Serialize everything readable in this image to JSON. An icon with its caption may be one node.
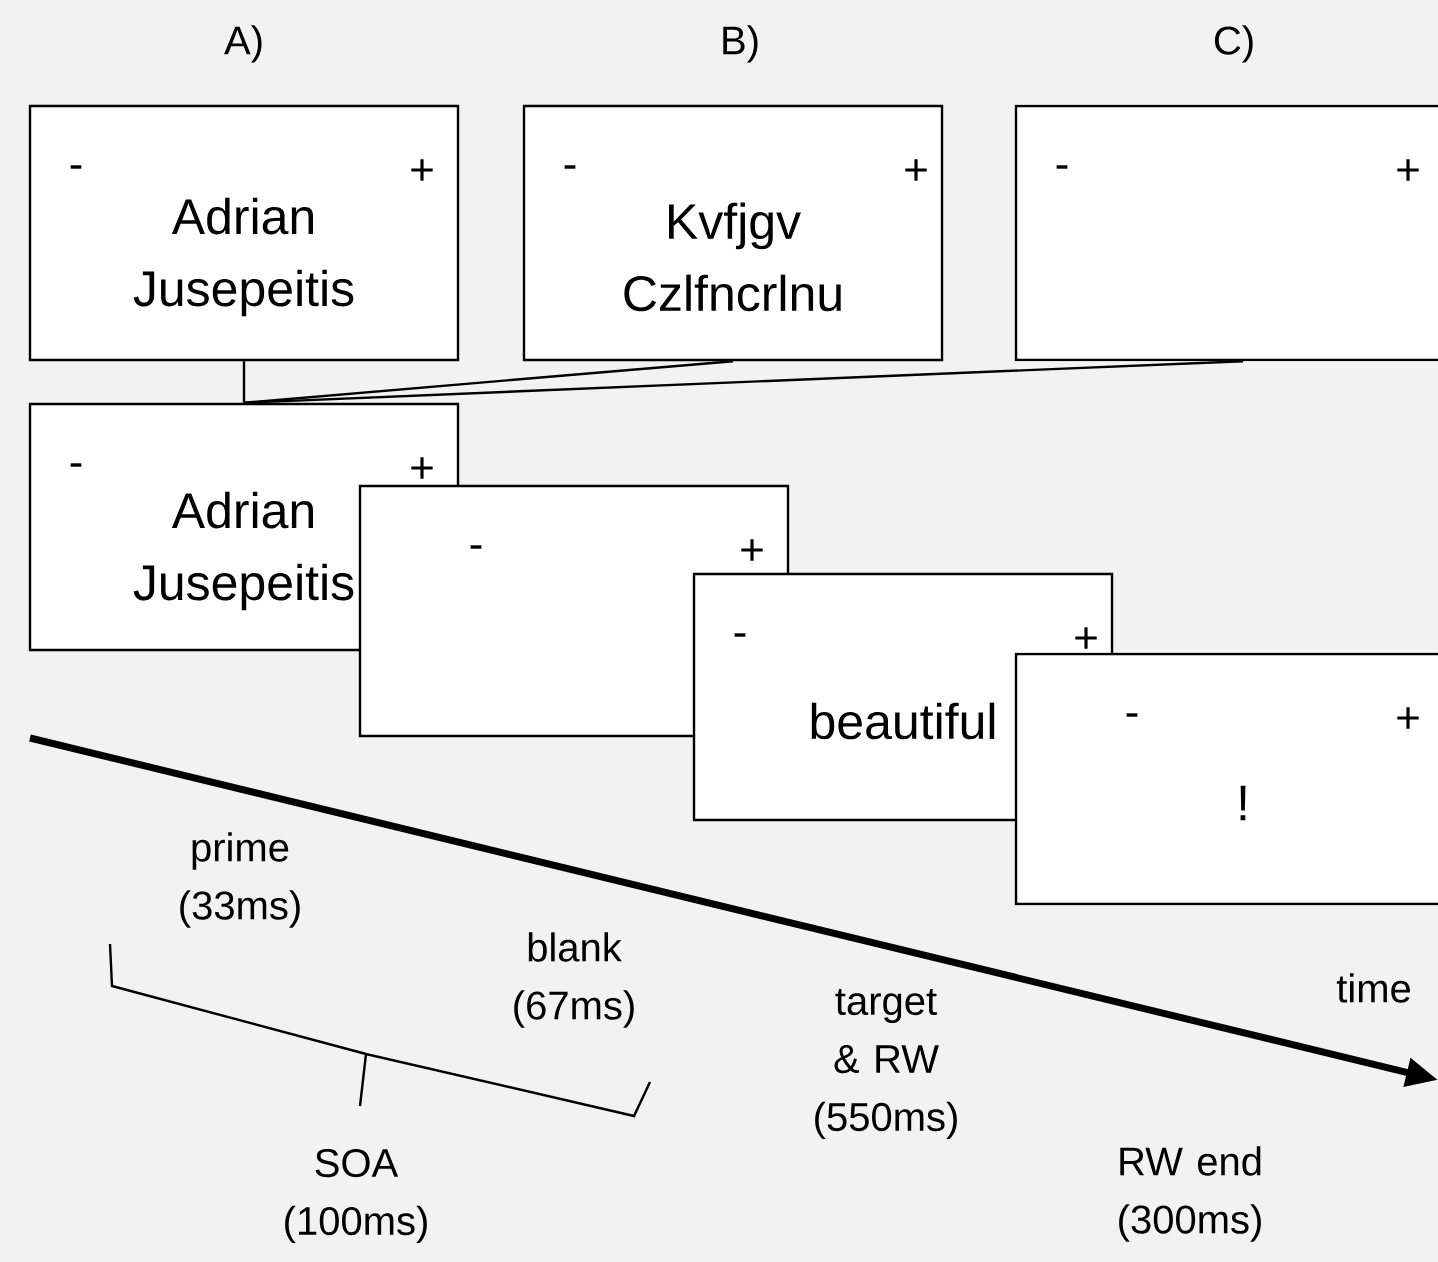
{
  "diagram": {
    "nodes": [
      {
        "text": [
          "A)",
          "-",
          "+",
          "Adrian Jusepeitis"
        ]
      },
      {
        "text": [
          "B)",
          "-",
          "+",
          "Kvfjgv Czlfncrlnu"
        ]
      },
      {
        "text": [
          "C)",
          "-",
          "+"
        ]
      },
      {
        "text": [
          "-",
          "+",
          "Adrian Jusepeitis"
        ]
      },
      {
        "text": [
          "-",
          "+"
        ]
      },
      {
        "text": [
          "-",
          "+",
          "beautiful"
        ]
      },
      {
        "text": [
          "-",
          "+",
          "!"
        ]
      }
    ],
    "edges": [
      {
        "from": 0,
        "to": 3,
        "arrow": "none"
      },
      {
        "from": 1,
        "to": 3,
        "arrow": "none"
      },
      {
        "from": 2,
        "to": 3,
        "arrow": "none"
      }
    ],
    "labels": [
      "prime (33ms)",
      "blank (67ms)",
      "time",
      "target & RW (550ms)",
      "SOA (100ms)",
      "RW end (300ms)"
    ]
  }
}
